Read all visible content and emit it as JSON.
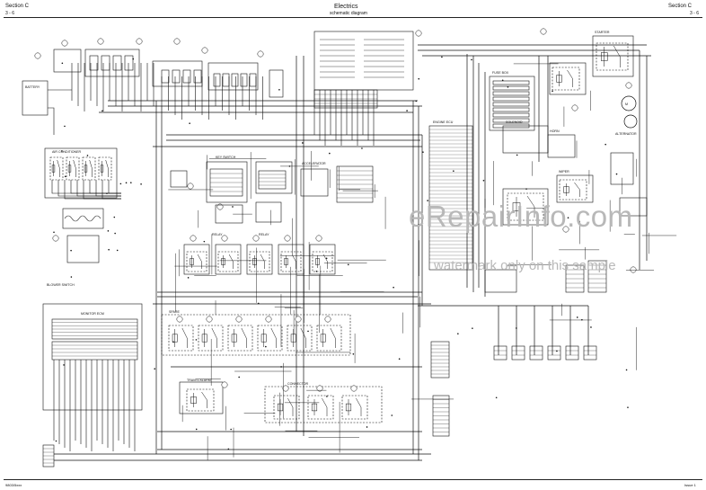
{
  "header": {
    "section_left": "Section C",
    "page_left": "3 - 6",
    "title": "Electrics",
    "subtitle": "schematic diagram",
    "section_right": "Section C",
    "page_right": "3 - 6"
  },
  "footer": {
    "left": "9803/5xxx",
    "right": "Issue 1"
  },
  "watermark": {
    "line1": "eRepairInfo.com",
    "line2": "watermark only on this sample"
  },
  "labels": {
    "air_con": "AIR CONDITIONER",
    "monitor_ecm": "MONITOR ECM",
    "blower_switch": "BLOWER SWITCH",
    "key_switch": "KEY SWITCH",
    "accelerator": "ACCELERATOR",
    "engine_ecu": "ENGINE ECU",
    "spare": "SPARE",
    "starter": "STARTER",
    "alternator": "ALTERNATOR",
    "battery": "BATTERY",
    "horn": "HORN",
    "wiper": "WIPER",
    "solenoid": "SOLENOID",
    "travel_alarm": "TRAVEL ALARM",
    "relay": "RELAY",
    "fuse_box": "FUSE BOX",
    "connector": "CONNECTOR"
  }
}
